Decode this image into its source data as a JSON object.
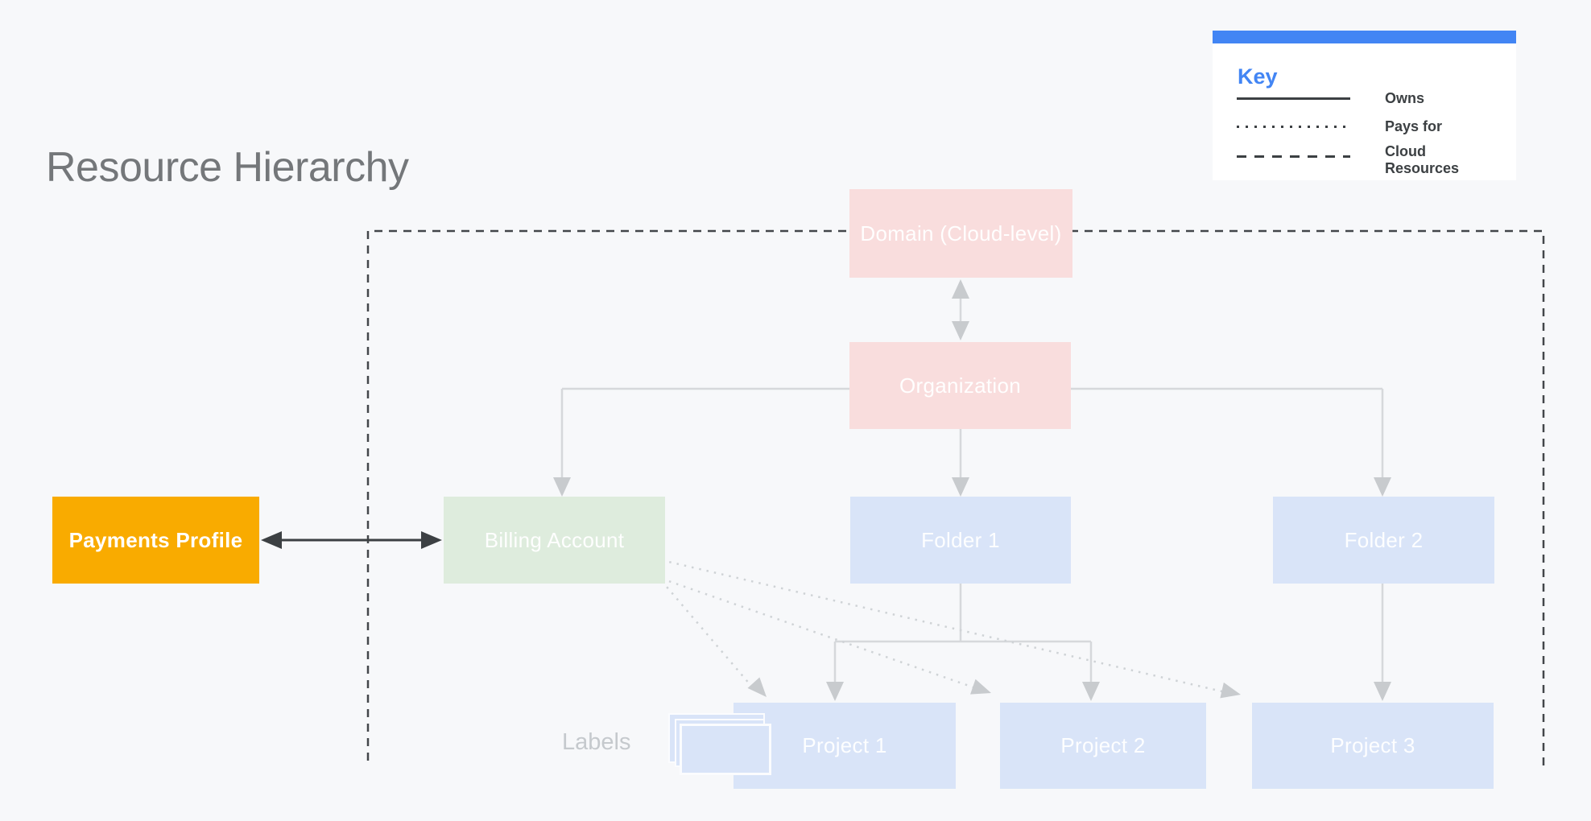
{
  "title": "Resource Hierarchy",
  "key": {
    "heading": "Key",
    "items": [
      {
        "style": "solid",
        "label": "Owns"
      },
      {
        "style": "dotted",
        "label": "Pays for"
      },
      {
        "style": "dashed",
        "label": "Cloud Resources"
      }
    ]
  },
  "nodes": {
    "domain": {
      "label": "Domain (Cloud-level)",
      "color": "#f9dddd"
    },
    "organization": {
      "label": "Organization",
      "color": "#f9dddd"
    },
    "payments_profile": {
      "label": "Payments Profile",
      "color": "#f9ab00"
    },
    "billing_account": {
      "label": "Billing Account",
      "color": "#deecdd"
    },
    "folder1": {
      "label": "Folder 1",
      "color": "#d9e4f8"
    },
    "folder2": {
      "label": "Folder 2",
      "color": "#d9e4f8"
    },
    "project1": {
      "label": "Project 1",
      "color": "#d9e4f8"
    },
    "project2": {
      "label": "Project 2",
      "color": "#d9e4f8"
    },
    "project3": {
      "label": "Project 3",
      "color": "#d9e4f8"
    },
    "labels_caption": "Labels"
  },
  "edges": [
    {
      "from": "Domain (Cloud-level)",
      "to": "Organization",
      "type": "owns",
      "bidirectional": true
    },
    {
      "from": "Organization",
      "to": "Billing Account",
      "type": "owns"
    },
    {
      "from": "Organization",
      "to": "Folder 1",
      "type": "owns"
    },
    {
      "from": "Organization",
      "to": "Folder 2",
      "type": "owns"
    },
    {
      "from": "Folder 1",
      "to": "Project 1",
      "type": "owns"
    },
    {
      "from": "Folder 1",
      "to": "Project 2",
      "type": "owns"
    },
    {
      "from": "Folder 2",
      "to": "Project 3",
      "type": "owns"
    },
    {
      "from": "Payments Profile",
      "to": "Billing Account",
      "type": "link",
      "bidirectional": true
    },
    {
      "from": "Billing Account",
      "to": "Project 1",
      "type": "pays-for"
    },
    {
      "from": "Billing Account",
      "to": "Project 2",
      "type": "pays-for"
    },
    {
      "from": "Billing Account",
      "to": "Project 3",
      "type": "pays-for"
    }
  ],
  "boundary": {
    "meaning": "Cloud Resources",
    "style": "dashed"
  },
  "colors": {
    "background": "#f7f8fa",
    "accent_blue": "#4285f4",
    "node_pink": "#f9dddd",
    "node_green": "#deecdd",
    "node_blue": "#d9e4f8",
    "node_yellow": "#f9ab00",
    "line_dark": "#3c4043",
    "line_light": "#d6d8db",
    "arrowhead_light": "#c8cbce",
    "title_gray": "#74777a"
  }
}
